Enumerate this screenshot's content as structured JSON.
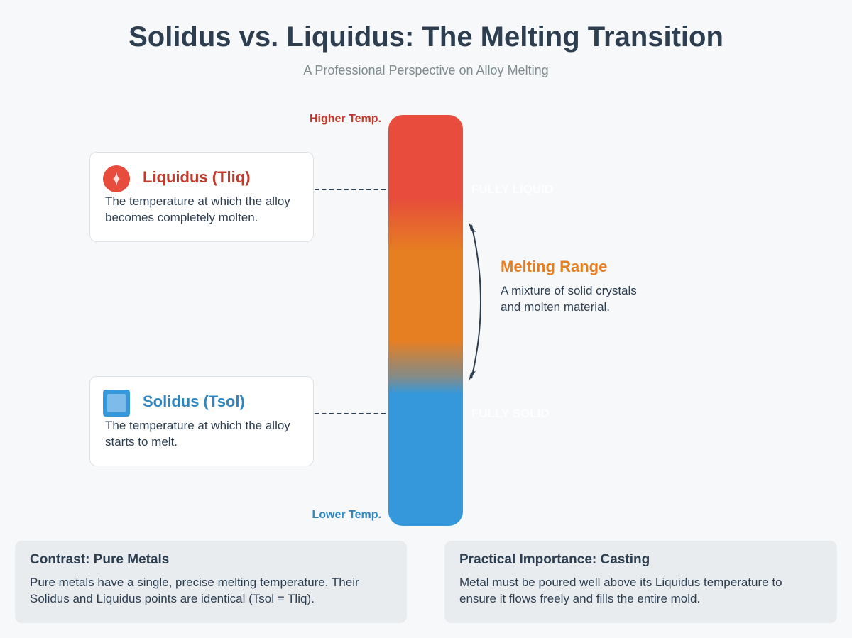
{
  "header": {
    "title": "Solidus vs. Liquidus: The Melting Transition",
    "subtitle": "A Professional Perspective on Alloy Melting"
  },
  "scale": {
    "higher": "Higher Temp.",
    "lower": "Lower Temp.",
    "fully_liquid": "FULLY LIQUID",
    "fully_solid": "FULLY SOLID"
  },
  "colors": {
    "liquid": "#e74c3c",
    "range": "#e67e22",
    "solid": "#3498db",
    "text": "#2c3e50"
  },
  "liquidus": {
    "icon": "sparkle-icon",
    "title": "Liquidus (Tliq)",
    "desc": "The temperature at which the alloy becomes completely molten."
  },
  "solidus": {
    "icon": "square-icon",
    "title": "Solidus (Tsol)",
    "desc": "The temperature at which the alloy starts to melt."
  },
  "melting_range": {
    "title": "Melting Range",
    "desc": "A mixture of solid crystals and molten material."
  },
  "pure_metals": {
    "title": "Contrast: Pure Metals",
    "desc": "Pure metals have a single, precise melting temperature. Their Solidus and Liquidus points are identical (Tsol = Tliq)."
  },
  "casting": {
    "title": "Practical Importance: Casting",
    "desc": "Metal must be poured well above its Liquidus temperature to ensure it flows freely and fills the entire mold."
  }
}
